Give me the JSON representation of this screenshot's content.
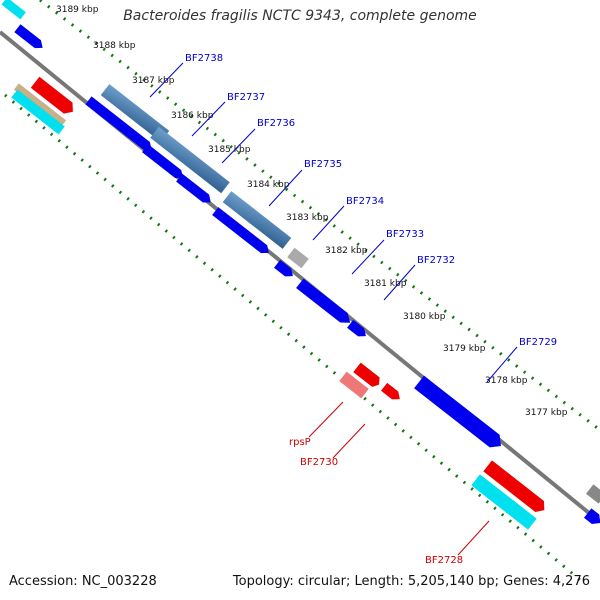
{
  "title": "Bacteroides fragilis NCTC 9343, complete genome",
  "footer": {
    "accession": "Accession: NC_003228",
    "summary": "Topology: circular; Length: 5,205,140 bp; Genes: 4,276"
  },
  "colors": {
    "backbone": "#777777",
    "tick": "#117711",
    "blue_gene": "#0000ee",
    "steel_gene": "#4b80b0",
    "cyan_gene": "#00e0ee",
    "red_gene": "#ee0000",
    "pink_gene": "#ee7777",
    "tan_gene": "#c8b089",
    "gray_gene": "#aaaaaa",
    "blue_label": "#0000cc",
    "red_label": "#cc0000"
  },
  "ruler": {
    "unit": "kbp",
    "ticks": [
      "3189 kbp",
      "3188 kbp",
      "3187 kbp",
      "3186 kbp",
      "3185 kbp",
      "3184 kbp",
      "3183 kbp",
      "3182 kbp",
      "3181 kbp",
      "3180 kbp",
      "3179 kbp",
      "3178 kbp",
      "3177 kbp"
    ]
  },
  "gene_labels": [
    {
      "name": "BF2738",
      "strand": "forward"
    },
    {
      "name": "BF2737",
      "strand": "forward"
    },
    {
      "name": "BF2736",
      "strand": "forward"
    },
    {
      "name": "BF2735",
      "strand": "forward"
    },
    {
      "name": "BF2734",
      "strand": "forward"
    },
    {
      "name": "BF2733",
      "strand": "forward"
    },
    {
      "name": "BF2732",
      "strand": "forward"
    },
    {
      "name": "BF2729",
      "strand": "forward"
    },
    {
      "name": "rpsP",
      "strand": "reverse"
    },
    {
      "name": "BF2730",
      "strand": "reverse"
    },
    {
      "name": "BF2728",
      "strand": "reverse"
    }
  ]
}
